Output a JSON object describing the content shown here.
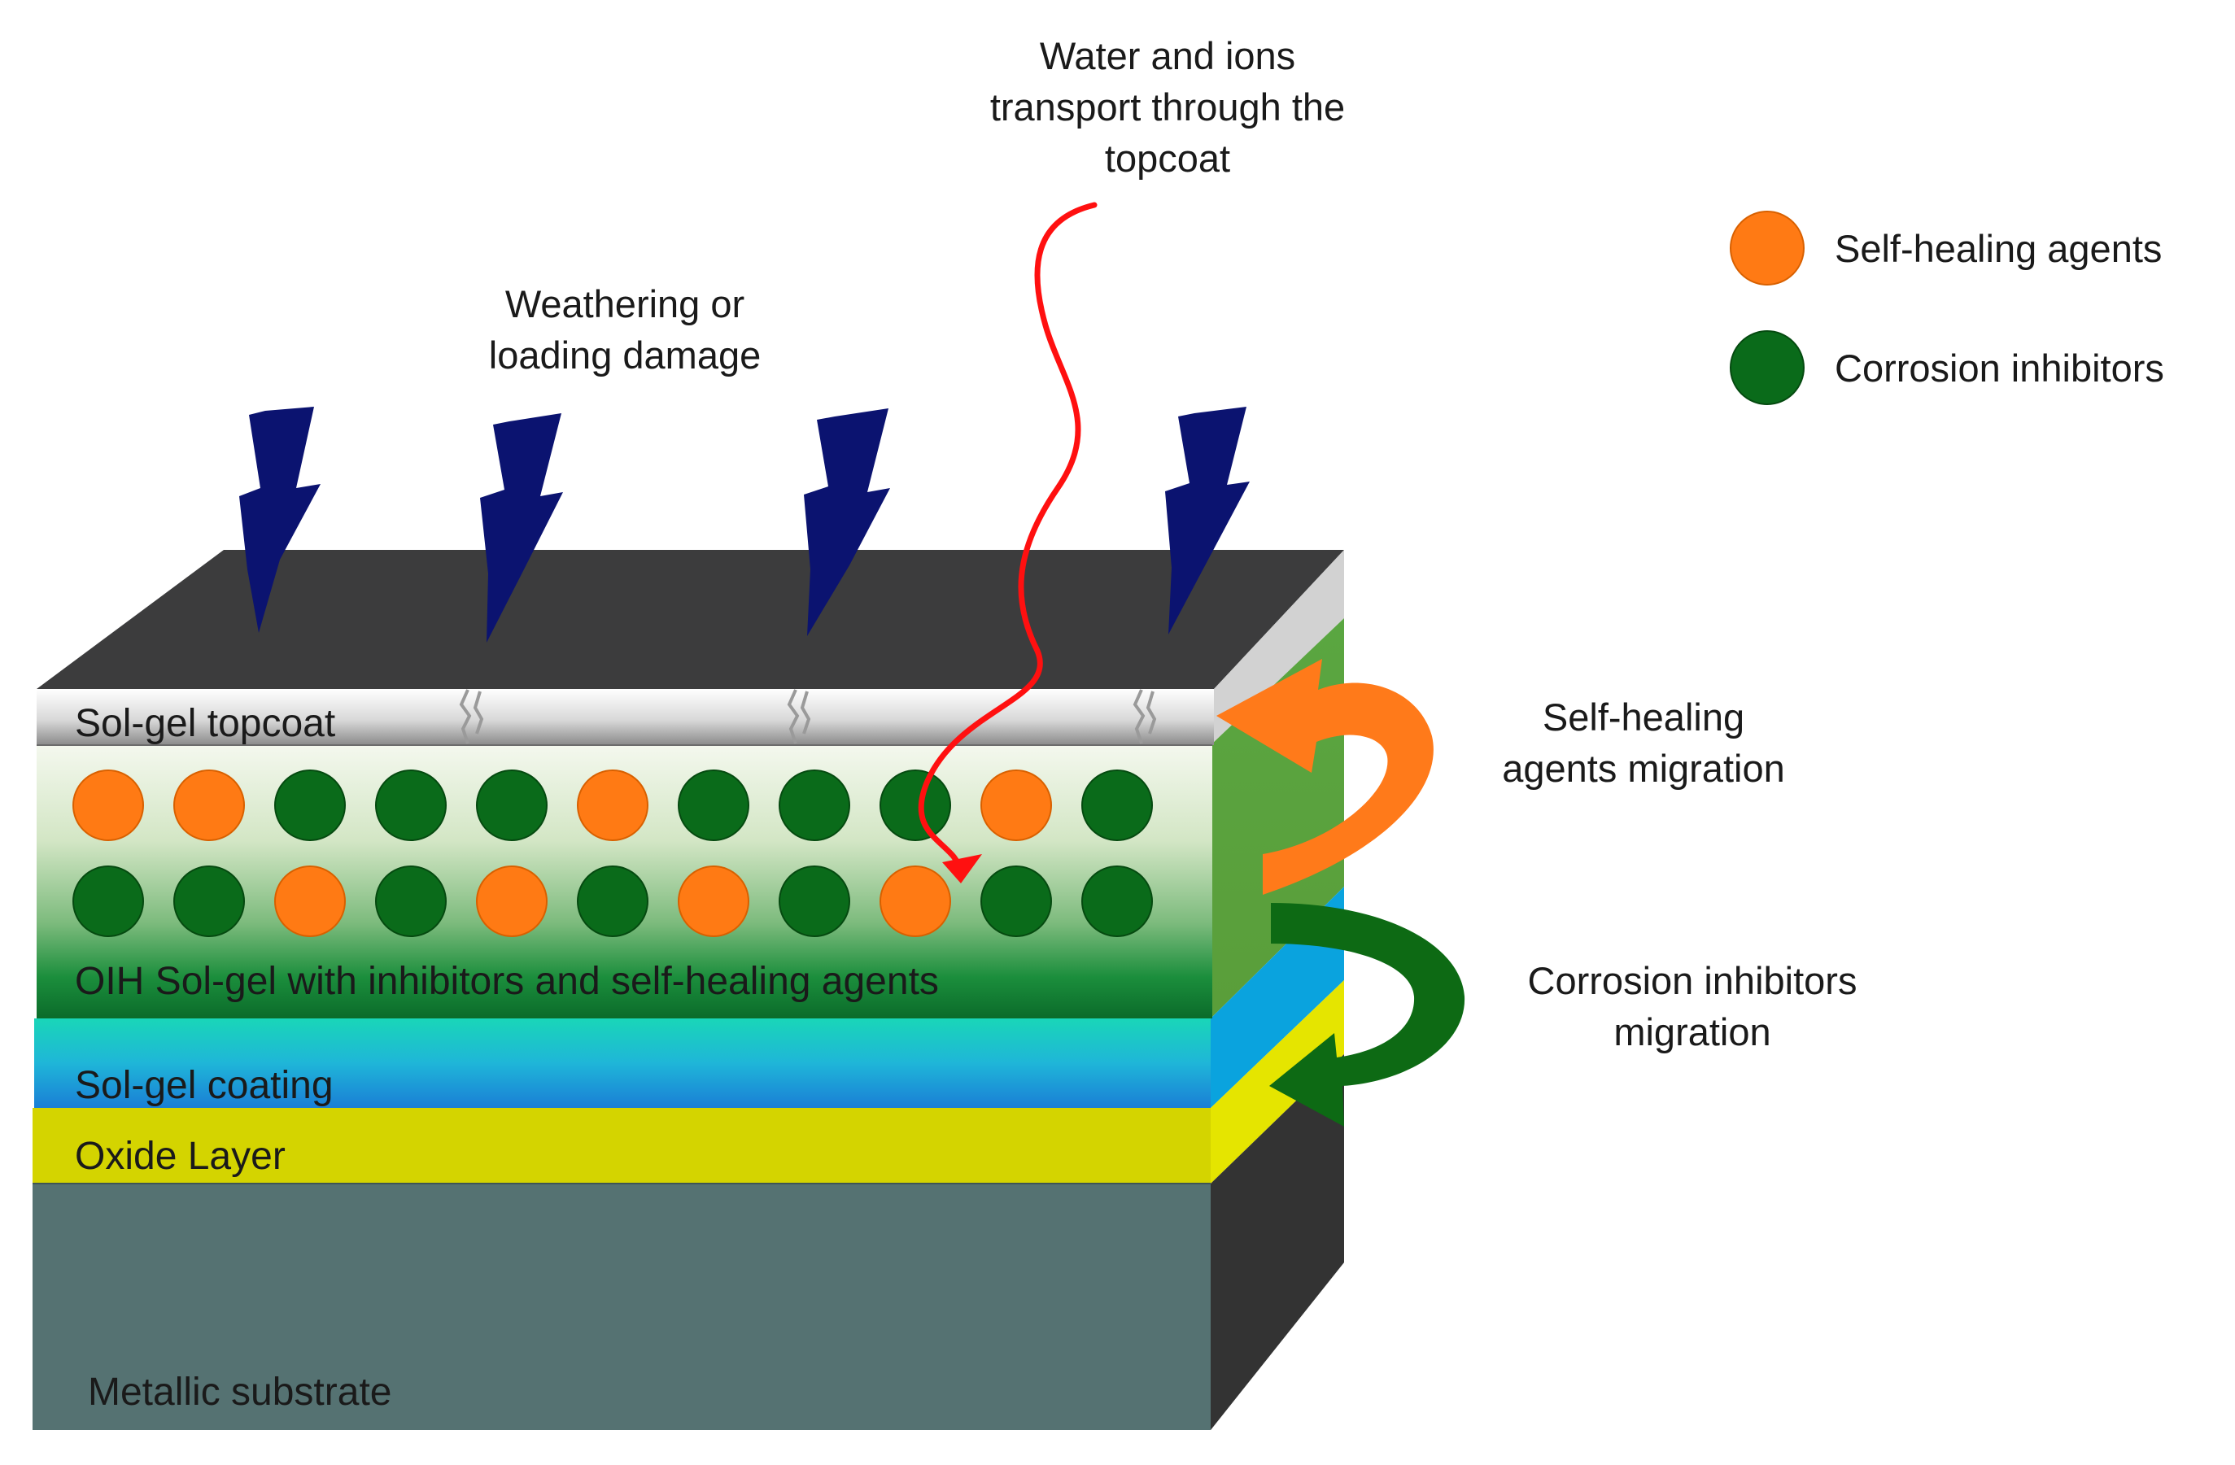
{
  "annotations": {
    "water_ions": [
      "Water and ions",
      "transport through the",
      "topcoat"
    ],
    "weathering": [
      "Weathering or",
      "loading damage"
    ],
    "self_healing_migration": [
      "Self-healing",
      "agents migration"
    ],
    "corrosion_migration": [
      "Corrosion inhibitors",
      "migration"
    ]
  },
  "legend": [
    {
      "label": "Self-healing agents",
      "color": "#ff7a14"
    },
    {
      "label": "Corrosion inhibitors",
      "color": "#0a6b1a"
    }
  ],
  "layers": {
    "topcoat": "Sol-gel topcoat",
    "oih": "OIH Sol-gel with inhibitors and self-healing agents",
    "solgel": "Sol-gel coating",
    "oxide": "Oxide Layer",
    "substrate": "Metallic substrate"
  },
  "particles": {
    "row1": [
      "orange",
      "orange",
      "green",
      "green",
      "green",
      "orange",
      "green",
      "green",
      "green",
      "orange",
      "green"
    ],
    "row2": [
      "green",
      "green",
      "orange",
      "green",
      "orange",
      "green",
      "orange",
      "green",
      "orange",
      "green",
      "green"
    ]
  },
  "colors": {
    "self_healing": "#ff7a14",
    "inhibitor": "#0a6b1a",
    "bolt": "#0b1370",
    "water_path": "#ff1010",
    "orange_arrow": "#ff7a1a",
    "green_arrow": "#0d6a14",
    "oxide": "#d4d400",
    "substrate": "#557272"
  }
}
